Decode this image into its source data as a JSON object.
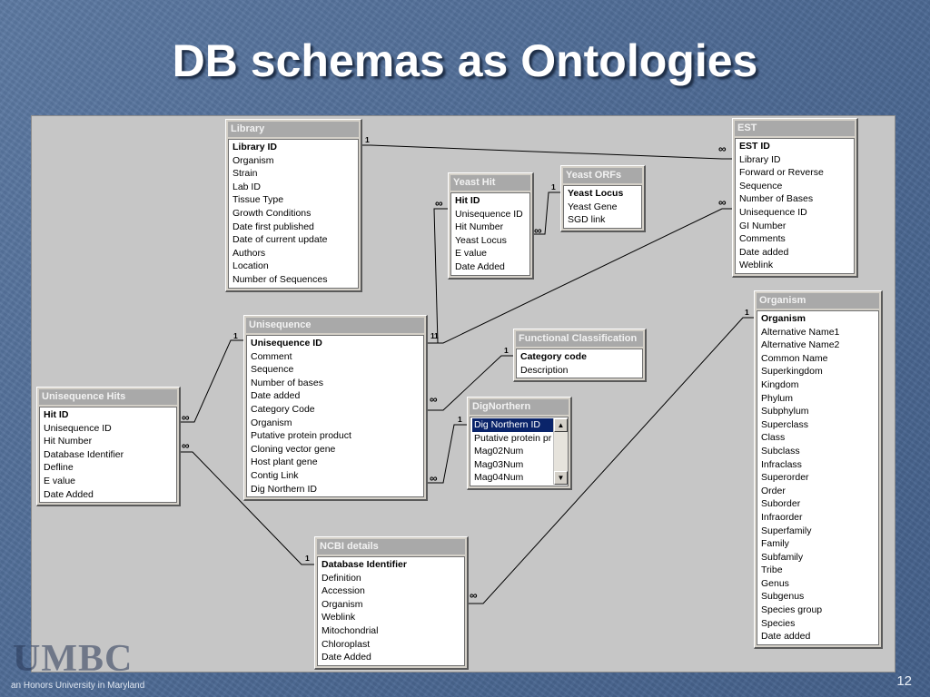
{
  "slide": {
    "title": "DB schemas as Ontologies",
    "logo_text": "UMBC",
    "tagline": "an Honors University in Maryland",
    "page_number": "12"
  },
  "cardinality": {
    "one": "1",
    "many": "∞"
  },
  "tables": {
    "library": {
      "title": "Library",
      "fields": [
        "Library ID",
        "Organism",
        "Strain",
        "Lab ID",
        "Tissue Type",
        "Growth Conditions",
        "Date first published",
        "Date of current update",
        "Authors",
        "Location",
        "Number of Sequences"
      ]
    },
    "est": {
      "title": "EST",
      "fields": [
        "EST ID",
        "Library ID",
        "Forward or Reverse",
        "Sequence",
        "Number of Bases",
        "Unisequence ID",
        "GI Number",
        "Comments",
        "Date added",
        "Weblink"
      ]
    },
    "yeast_hit": {
      "title": "Yeast Hit",
      "fields": [
        "Hit ID",
        "Unisequence ID",
        "Hit Number",
        "Yeast Locus",
        "E value",
        "Date Added"
      ]
    },
    "yeast_orfs": {
      "title": "Yeast ORFs",
      "fields": [
        "Yeast Locus",
        "Yeast Gene",
        "SGD link"
      ]
    },
    "unisequence": {
      "title": "Unisequence",
      "fields": [
        "Unisequence ID",
        "Comment",
        "Sequence",
        "Number of bases",
        "Date added",
        "Category Code",
        "Organism",
        "Putative protein product",
        "Cloning vector gene",
        "Host plant gene",
        "Contig Link",
        "Dig Northern ID"
      ]
    },
    "functional_classification": {
      "title": "Functional Classification",
      "fields": [
        "Category code",
        "Description"
      ]
    },
    "unisequence_hits": {
      "title": "Unisequence Hits",
      "fields": [
        "Hit ID",
        "Unisequence ID",
        "Hit Number",
        "Database Identifier",
        "Defline",
        "E value",
        "Date Added"
      ]
    },
    "dig_northern": {
      "title": "DigNorthern",
      "fields": [
        "Dig Northern ID",
        "Putative protein pr",
        "Mag02Num",
        "Mag03Num",
        "Mag04Num"
      ]
    },
    "organism": {
      "title": "Organism",
      "fields": [
        "Organism",
        "Alternative Name1",
        "Alternative Name2",
        "Common Name",
        "Superkingdom",
        "Kingdom",
        "Phylum",
        "Subphylum",
        "Superclass",
        "Class",
        "Subclass",
        "Infraclass",
        "Superorder",
        "Order",
        "Suborder",
        "Infraorder",
        "Superfamily",
        "Family",
        "Subfamily",
        "Tribe",
        "Genus",
        "Subgenus",
        "Species group",
        "Species",
        "Date added"
      ]
    },
    "ncbi_details": {
      "title": "NCBI details",
      "fields": [
        "Database Identifier",
        "Definition",
        "Accession",
        "Organism",
        "Weblink",
        "Mitochondrial",
        "Chloroplast",
        "Date Added"
      ]
    }
  },
  "icons": {
    "scroll_up": "triangle-up",
    "scroll_down": "triangle-down"
  }
}
